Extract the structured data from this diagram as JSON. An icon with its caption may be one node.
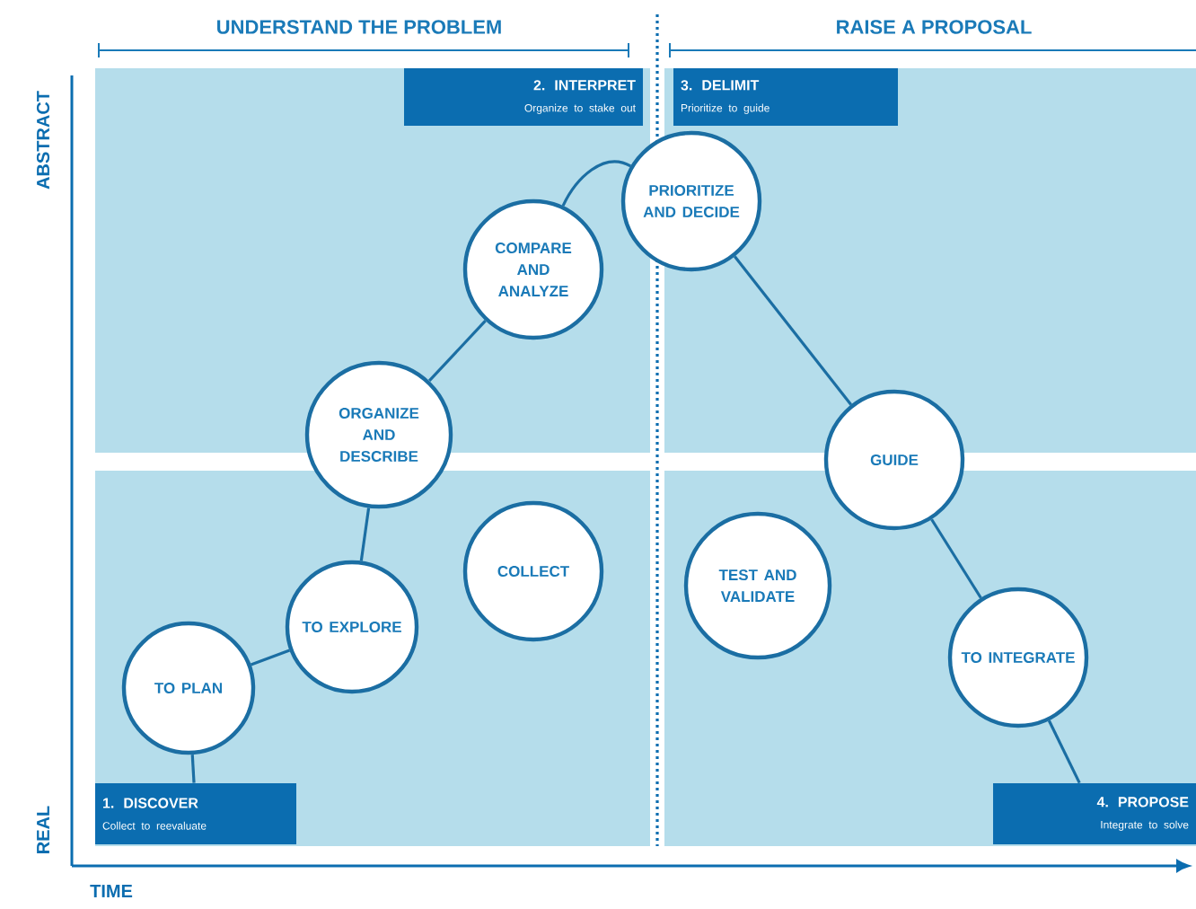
{
  "diagram": {
    "nodes": [
      {
        "text": [
          "2. INTERPRET",
          "Organize to stake out"
        ]
      },
      {
        "text": [
          "3. DELIMIT",
          "Prioritize to guide"
        ]
      },
      {
        "text": [
          "PRIORITIZE AND DECIDE"
        ]
      },
      {
        "text": [
          "COMPARE AND ANALYZE"
        ]
      },
      {
        "text": [
          "ORGANIZE AND DESCRIBE"
        ]
      },
      {
        "text": [
          "GUIDE"
        ]
      },
      {
        "text": [
          "COLLECT"
        ]
      },
      {
        "text": [
          "TEST AND VALIDATE"
        ]
      },
      {
        "text": [
          "TO EXPLORE"
        ]
      },
      {
        "text": [
          "TO INTEGRATE"
        ]
      },
      {
        "text": [
          "TO PLAN"
        ]
      },
      {
        "text": [
          "1. DISCOVER",
          "Collect to reevaluate"
        ]
      },
      {
        "text": [
          "4. PROPOSE",
          "Integrate to solve"
        ]
      }
    ],
    "edges": [
      {
        "from": 11,
        "to": 10,
        "arrow": "none"
      },
      {
        "from": 10,
        "to": 8,
        "arrow": "none"
      },
      {
        "from": 8,
        "to": 4,
        "arrow": "none"
      },
      {
        "from": 4,
        "to": 3,
        "arrow": "none"
      },
      {
        "from": 3,
        "to": 2,
        "arrow": "none"
      },
      {
        "from": 2,
        "to": 5,
        "arrow": "none"
      },
      {
        "from": 5,
        "to": 9,
        "arrow": "none"
      },
      {
        "from": 9,
        "to": 12,
        "arrow": "none"
      }
    ],
    "labels": [
      "UNDERSTAND THE PROBLEM",
      "RAISE A PROPOSAL",
      "ABSTRACT",
      "REAL",
      "TIME"
    ]
  }
}
